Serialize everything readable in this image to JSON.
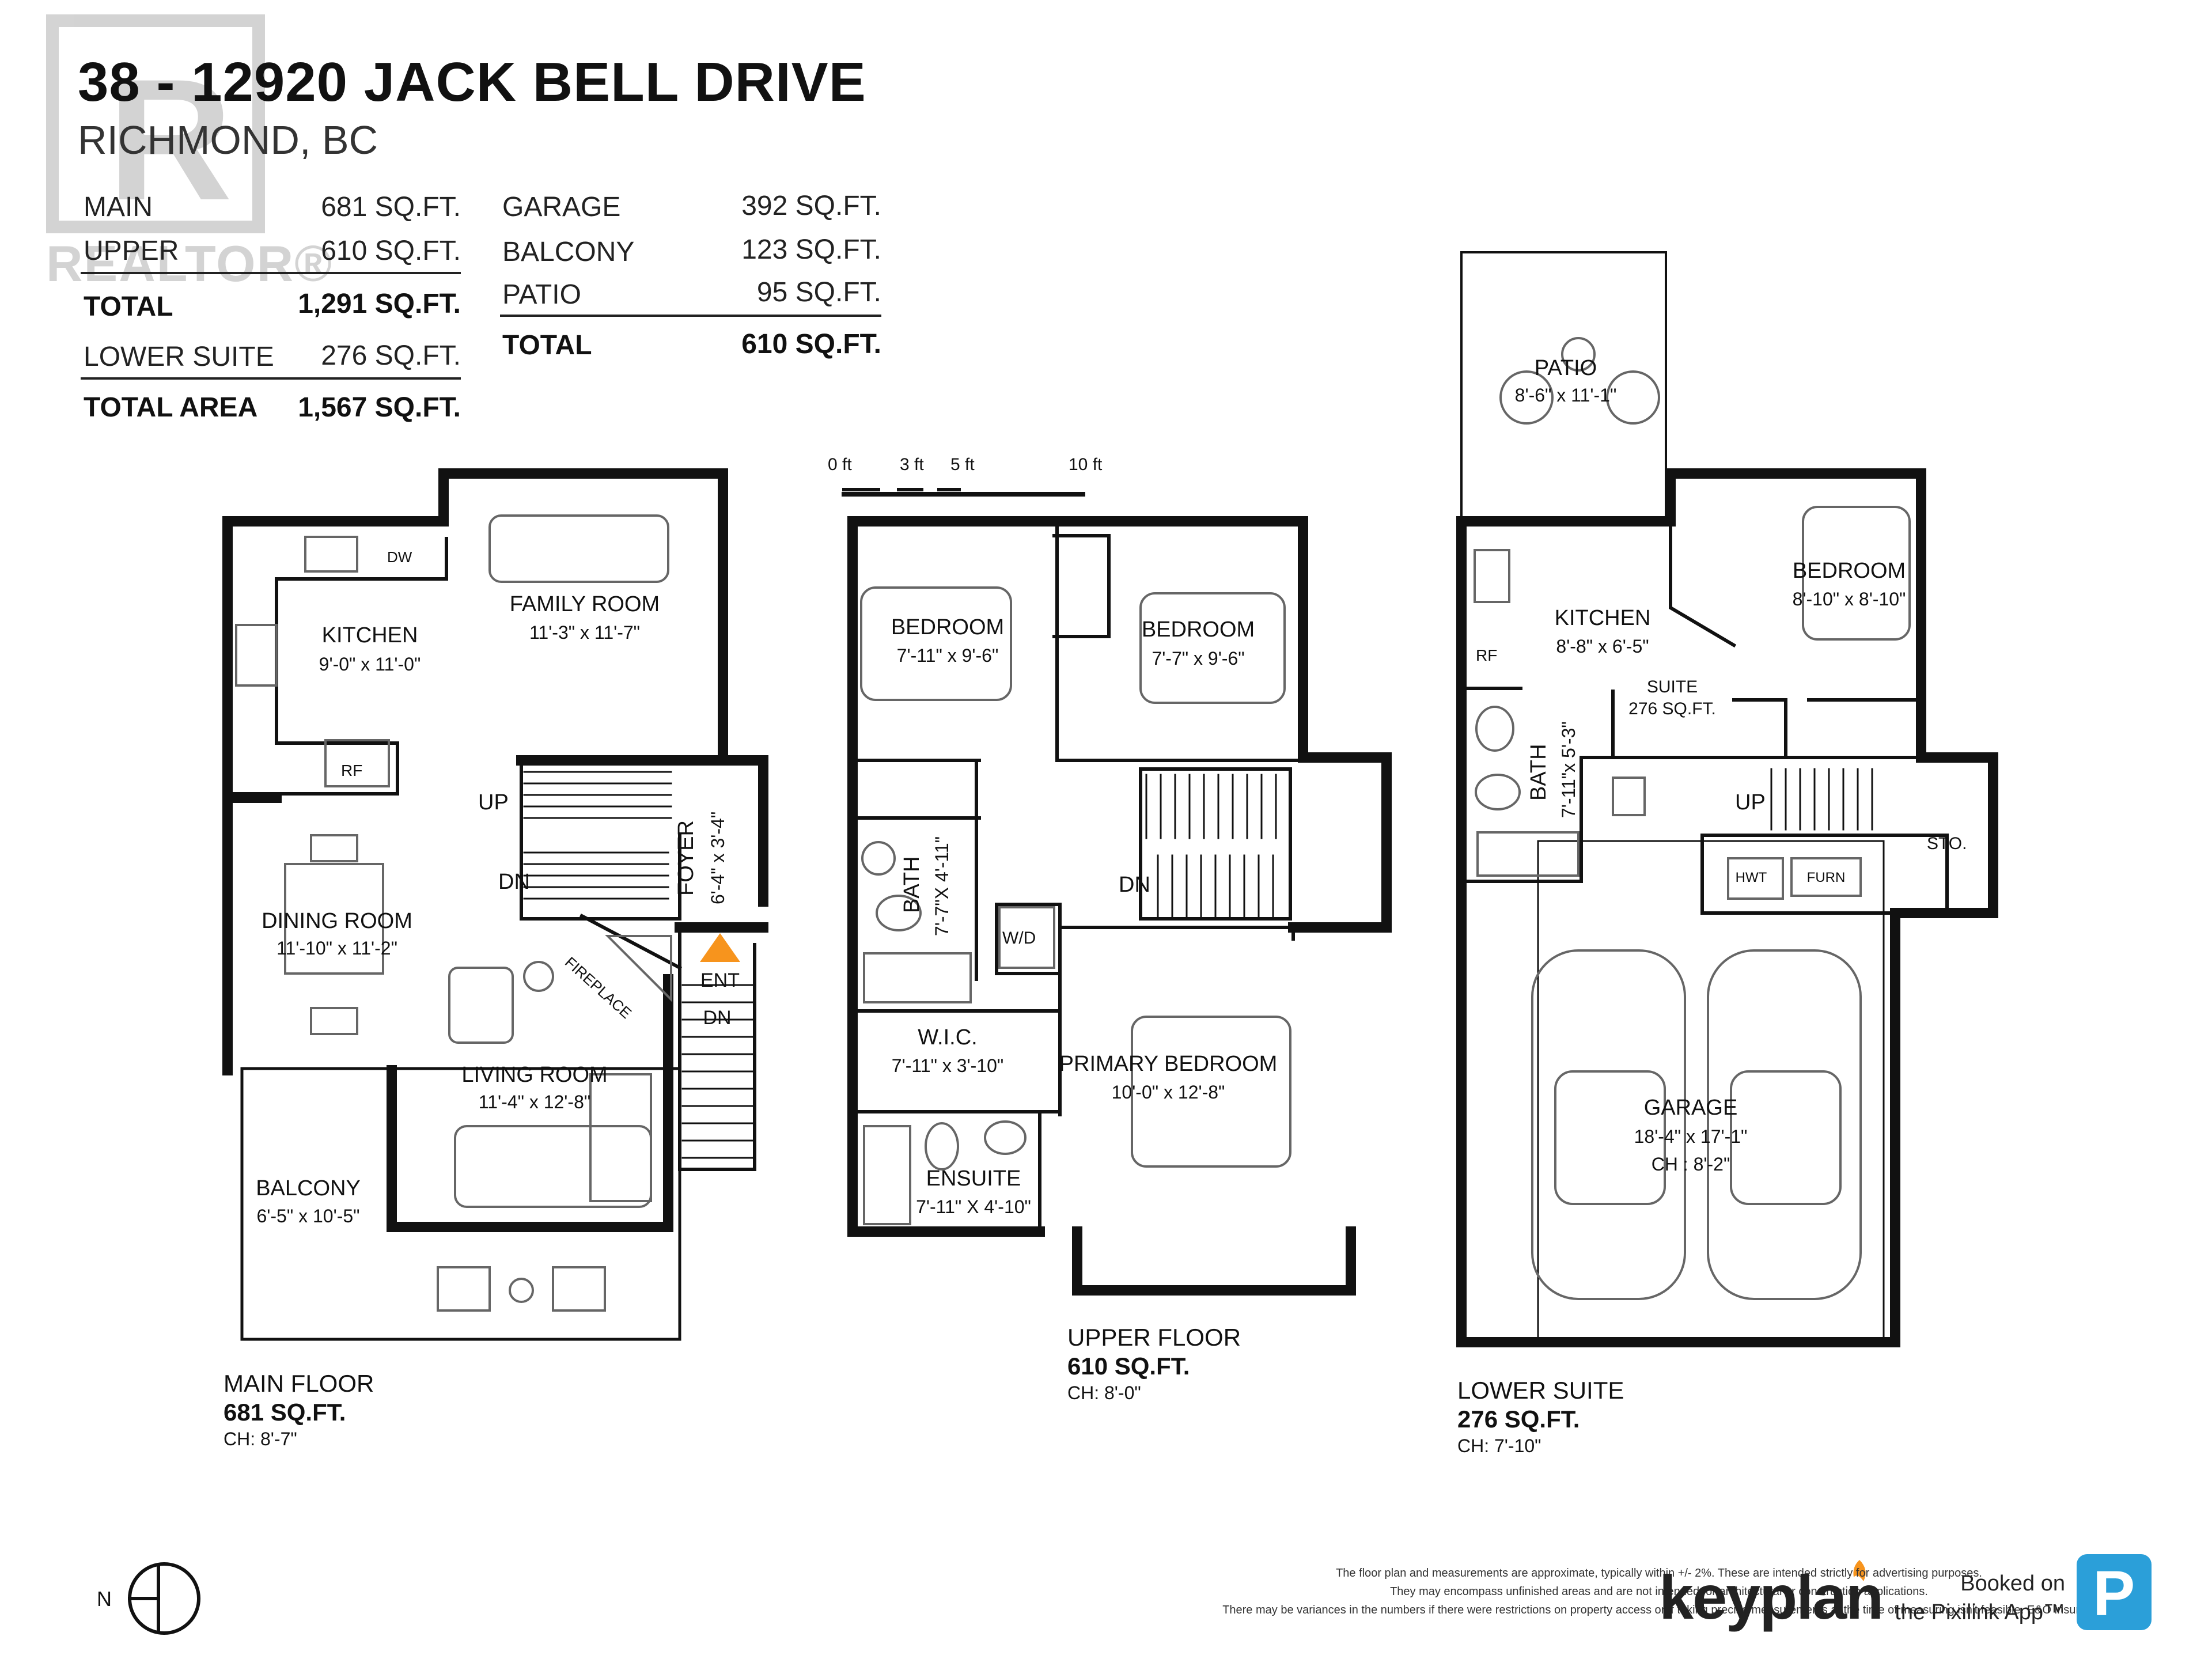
{
  "header": {
    "title": "38 - 12920 JACK BELL DRIVE",
    "subtitle": "RICHMOND, BC"
  },
  "watermark": {
    "text": "REALTOR®",
    "icon": "realtor-r-logo"
  },
  "areas_left": [
    {
      "label": "MAIN",
      "value": "681 SQ.FT."
    },
    {
      "label": "UPPER",
      "value": "610 SQ.FT."
    },
    {
      "label": "TOTAL",
      "value": "1,291 SQ.FT."
    },
    {
      "label": "LOWER SUITE",
      "value": "276 SQ.FT."
    },
    {
      "label": "TOTAL AREA",
      "value": "1,567 SQ.FT."
    }
  ],
  "areas_right": [
    {
      "label": "GARAGE",
      "value": "392 SQ.FT."
    },
    {
      "label": "BALCONY",
      "value": "123 SQ.FT."
    },
    {
      "label": "PATIO",
      "value": "95 SQ.FT."
    },
    {
      "label": "TOTAL",
      "value": "610 SQ.FT."
    }
  ],
  "scale": {
    "t0": "0 ft",
    "t1": "3 ft",
    "t2": "5 ft",
    "t3": "10 ft"
  },
  "main_floor": {
    "rooms": {
      "kitchen": {
        "name": "KITCHEN",
        "dim": "9'-0\"  x  11'-0\""
      },
      "family": {
        "name": "FAMILY ROOM",
        "dim": "11'-3\"  x  11'-7\""
      },
      "dining": {
        "name": "DINING ROOM",
        "dim": "11'-10\"  x  11'-2\""
      },
      "living": {
        "name": "LIVING ROOM",
        "dim": "11'-4\"  x  12'-8\""
      },
      "balcony": {
        "name": "BALCONY",
        "dim": "6'-5\"  x  10'-5\""
      },
      "foyer": {
        "name": "FOYER",
        "dim": "6'-4\" x 3'-4\""
      }
    },
    "tags": {
      "dw": "DW",
      "rf": "RF",
      "up": "UP",
      "dn": "DN",
      "fireplace": "FIREPLACE",
      "ent": "ENT",
      "dn2": "DN"
    },
    "footer": {
      "name": "MAIN FLOOR",
      "area": "681 SQ.FT.",
      "ch": "CH: 8'-7\""
    }
  },
  "upper_floor": {
    "rooms": {
      "bed1": {
        "name": "BEDROOM",
        "dim": "7'-11\"  x  9'-6\""
      },
      "bed2": {
        "name": "BEDROOM",
        "dim": "7'-7\"  x  9'-6\""
      },
      "bath": {
        "name": "BATH",
        "dim": "7'-7\"X 4'-11\""
      },
      "wic": {
        "name": "W.I.C.",
        "dim": "7'-11\"  x  3'-10\""
      },
      "primary": {
        "name": "PRIMARY BEDROOM",
        "dim": "10'-0\"  x  12'-8\""
      },
      "ensuite": {
        "name": "ENSUITE",
        "dim": "7'-11\" X 4'-10\""
      }
    },
    "tags": {
      "wd": "W/D",
      "dn": "DN"
    },
    "footer": {
      "name": "UPPER FLOOR",
      "area": "610 SQ.FT.",
      "ch": "CH: 8'-0\""
    }
  },
  "lower_suite": {
    "rooms": {
      "patio": {
        "name": "PATIO",
        "dim": "8'-6\"  x  11'-1\""
      },
      "kitchen": {
        "name": "KITCHEN",
        "dim": "8'-8\"  x  6'-5\""
      },
      "bedroom": {
        "name": "BEDROOM",
        "dim": "8'-10\"  x  8'-10\""
      },
      "suite": {
        "name": "SUITE",
        "dim": "276 SQ.FT."
      },
      "bath": {
        "name": "BATH",
        "dim": "7'-11\"x 5'-3\""
      },
      "garage": {
        "name": "GARAGE",
        "dim": "18'-4\"  x  17'-1\"",
        "ch": "CH : 8'-2\""
      }
    },
    "tags": {
      "rf": "RF",
      "up": "UP",
      "sto": "STO.",
      "hwt": "HWT",
      "furn": "FURN"
    },
    "footer": {
      "name": "LOWER SUITE",
      "area": "276 SQ.FT.",
      "ch": "CH: 7'-10\""
    }
  },
  "compass": {
    "label": "N",
    "icon": "north-arrow-icon"
  },
  "disclaimer": [
    "The floor plan and measurements are approximate, typically within +/- 2%. These are intended strictly for advertising purposes.",
    "They may encompass unfinished areas and are not intended for architectural or construction applications.",
    "There may be variances in the numbers if there were restrictions on property access or if taking precise measurements at the time of measuring isn't feasible. E&O insured."
  ],
  "branding": {
    "keyplan": "keyplan",
    "booked_line1": "Booked on",
    "booked_line2": "the Pixilink App™",
    "app_icon": "pixilink-p-icon",
    "accent": "#f7941d",
    "app_blue": "#2b9fd9"
  }
}
